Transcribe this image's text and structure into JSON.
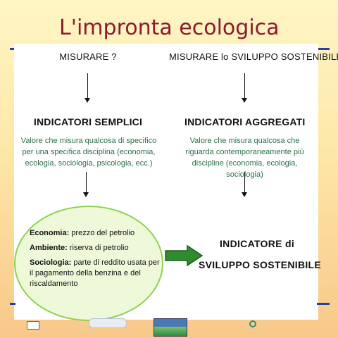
{
  "title": "L'impronta ecologica",
  "left": {
    "question": "MISURARE ?",
    "heading": "INDICATORI SEMPLICI",
    "description": "Valore che misura qualcosa di specifico per una specifica disciplina (economia, ecologia, sociologia, psicologia, ecc.)",
    "examples": [
      {
        "key": "Economia:",
        "value": " prezzo del petrolio"
      },
      {
        "key": "Ambiente:",
        "value": " riserva di petrolio"
      },
      {
        "key": "Sociologia:",
        "value": " parte di reddito usata per il pagamento della benzina e del riscaldamento"
      }
    ]
  },
  "right": {
    "question": "MISURARE lo SVILUPPO SOSTENIBILE ?",
    "heading": "INDICATORI AGGREGATI",
    "description": "Valore che misura qualcosa che riguarda contemporaneamente più discipline (economia, ecologia, sociologia)"
  },
  "result": {
    "line1": "INDICATORE di",
    "line2": "SVILUPPO SOSTENIBILE"
  },
  "colors": {
    "title": "#8b1a2f",
    "description": "#2b6f4a",
    "ellipse_fill": "#eef9d9",
    "ellipse_border": "#8fd14f",
    "arrow_green": "#2e8b2e",
    "rule_blue": "#2b3fa0"
  }
}
